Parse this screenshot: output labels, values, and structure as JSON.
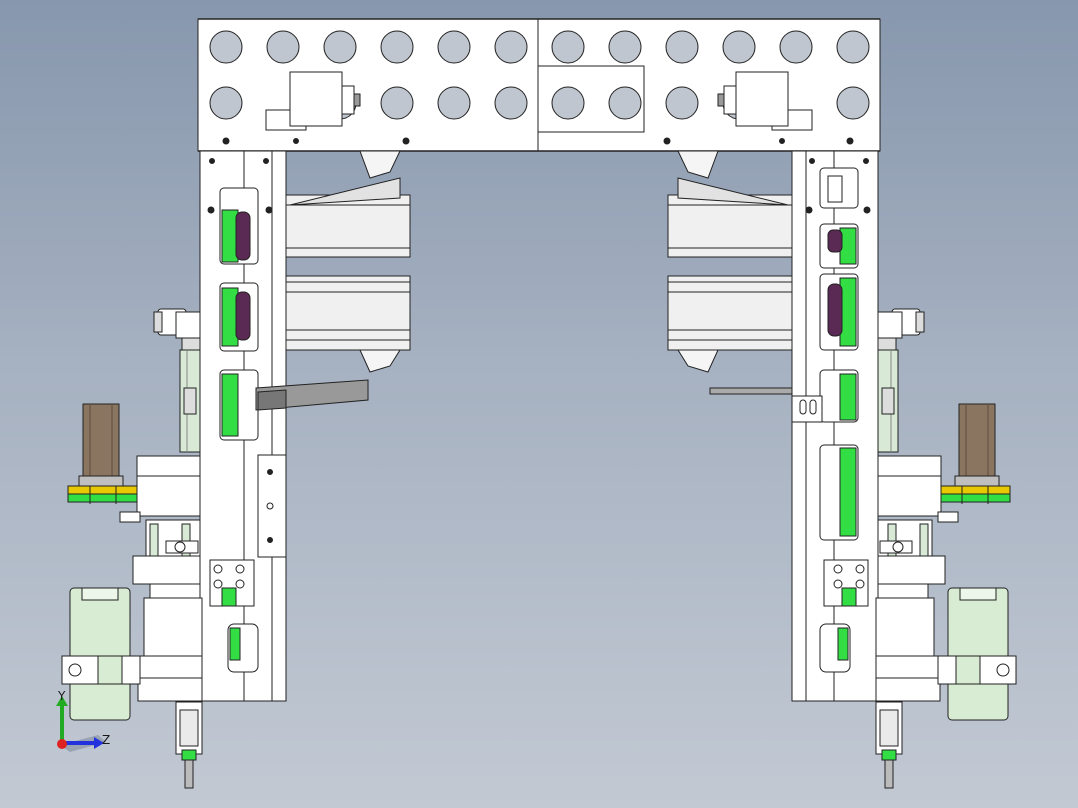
{
  "viewport": {
    "background_top": "#8797ad",
    "background_bottom": "#c2c9d3"
  },
  "model": {
    "body_color": "#ffffff",
    "edge_color": "#222222",
    "accent_green": "#33dd44",
    "roller_purple": "#5a2a55",
    "motor_brown": "#8a7560",
    "slide_gray": "#efefef",
    "cylinder_color": "#d7ecd2",
    "pulley_yellow": "#e8c800",
    "plate_holes_per_row": 12,
    "plate_hole_rows": 2
  },
  "triad": {
    "y_label": "Y",
    "z_label": "Z",
    "x_color": "#dd2222",
    "y_color": "#22aa22",
    "z_color": "#2233dd"
  }
}
